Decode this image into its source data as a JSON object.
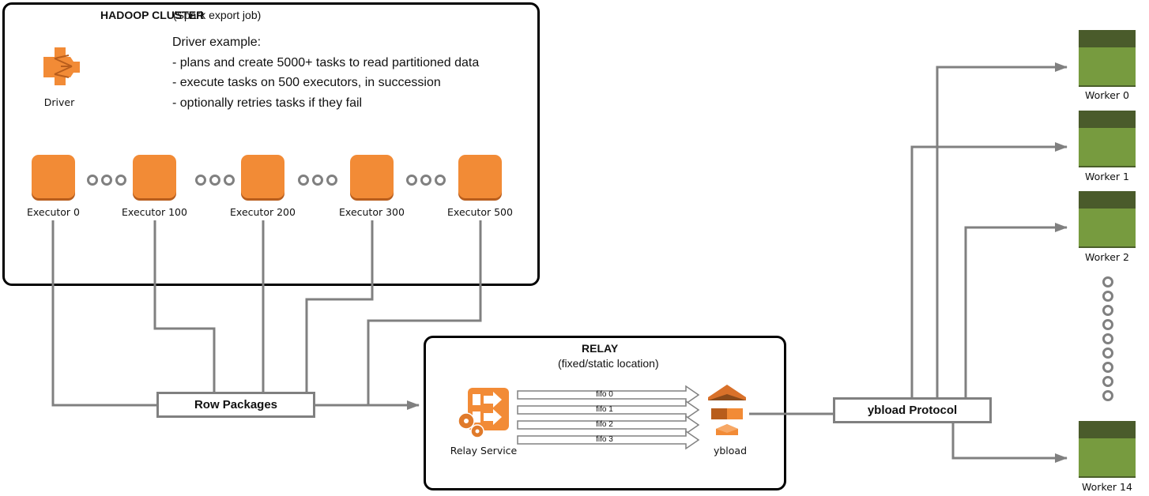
{
  "hadoop": {
    "title": "HADOOP CLUSTER",
    "subtitle": "(Spark export job)",
    "driver_label": "Driver",
    "driver_icon": "driver-cluster-icon",
    "notes_heading": "Driver example:",
    "notes": [
      "- plans and create 5000+ tasks to read partitioned data",
      "- execute tasks on 500 executors, in succession",
      "- optionally retries tasks if they fail"
    ],
    "executors": [
      {
        "label": "Executor 0"
      },
      {
        "label": "Executor 100"
      },
      {
        "label": "Executor 200"
      },
      {
        "label": "Executor 300"
      },
      {
        "label": "Executor 500"
      }
    ]
  },
  "row_packages": {
    "label": "Row Packages"
  },
  "relay": {
    "title": "RELAY",
    "subtitle": "(fixed/static location)",
    "service_label": "Relay Service",
    "ybload_label": "ybload",
    "fifos": [
      "fifo 0",
      "fifo 1",
      "fifo 2",
      "fifo 3"
    ]
  },
  "protocol": {
    "label": "ybload Protocol"
  },
  "workers": [
    {
      "label": "Worker 0"
    },
    {
      "label": "Worker 1"
    },
    {
      "label": "Worker 2"
    },
    {
      "label": "Worker 14"
    }
  ],
  "colors": {
    "executor_orange": "#f28b36",
    "worker_green": "#779b3f",
    "worker_dark": "#4a5b2b",
    "wire_gray": "#808080"
  }
}
